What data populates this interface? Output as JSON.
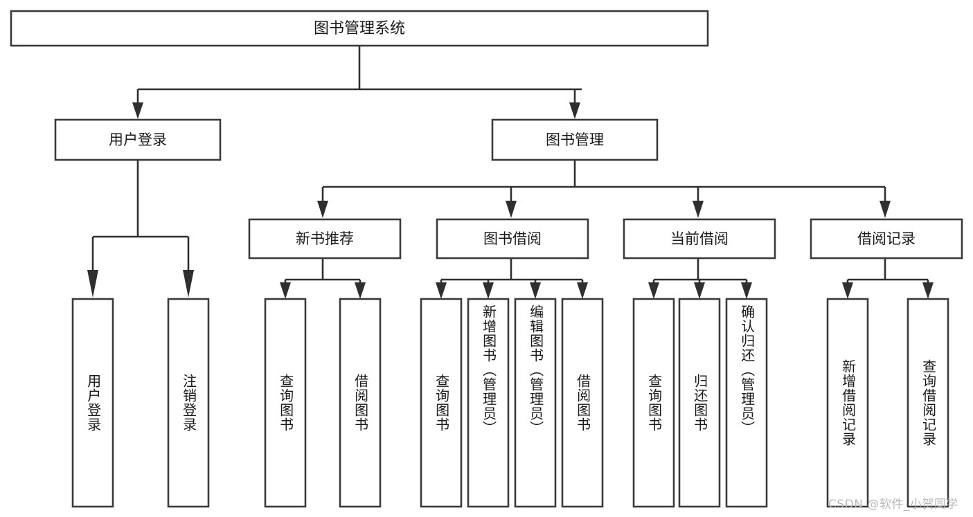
{
  "diagram": {
    "type": "hierarchy-tree",
    "title": "图书管理系统",
    "watermark": "CSDN @软件_小贺同学",
    "colors": {
      "background": "#ffffff",
      "box_stroke": "#3a3a3a",
      "connector": "#2f2f2f",
      "text": "#1a1a1a",
      "watermark": "#b9b9b9"
    },
    "levels": {
      "root": {
        "label": "图书管理系统"
      },
      "level2": [
        {
          "label": "用户登录"
        },
        {
          "label": "图书管理"
        }
      ],
      "level3": [
        {
          "label": "新书推荐"
        },
        {
          "label": "图书借阅"
        },
        {
          "label": "当前借阅"
        },
        {
          "label": "借阅记录"
        }
      ]
    },
    "leaves": {
      "user_login": [
        {
          "label": "用户登录"
        },
        {
          "label": "注销登录"
        }
      ],
      "new_book_recommend": [
        {
          "label": "查询图书"
        },
        {
          "label": "借阅图书"
        }
      ],
      "book_borrow": [
        {
          "label": "查询图书"
        },
        {
          "label": "新增图书（管理员）"
        },
        {
          "label": "编辑图书（管理员）"
        },
        {
          "label": "借阅图书"
        }
      ],
      "current_borrow": [
        {
          "label": "查询图书"
        },
        {
          "label": "归还图书"
        },
        {
          "label": "确认归还（管理员）"
        }
      ],
      "borrow_record": [
        {
          "label": "新增借阅记录"
        },
        {
          "label": "查询借阅记录"
        }
      ]
    }
  }
}
